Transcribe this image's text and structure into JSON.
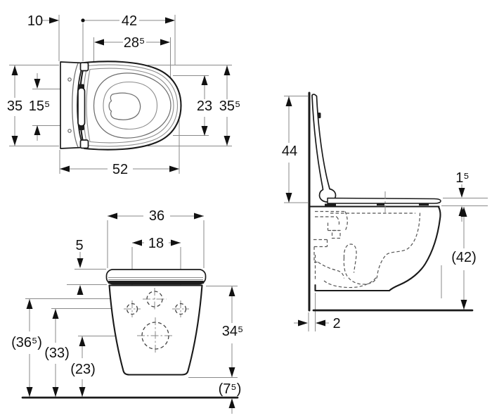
{
  "colors": {
    "background": "#ffffff",
    "drawing_line": "#1a1a1a",
    "dimension_line": "#8a8a8a",
    "hidden_line": "#555555",
    "text": "#111111"
  },
  "views": {
    "top_view": {
      "dimensions": {
        "lid_depth": "10",
        "seat_length": "42",
        "opening_length": "28⁵",
        "lid_width": "35",
        "hinge_span": "15⁵",
        "opening_width": "23",
        "bowl_width": "35⁵",
        "total_depth": "52"
      }
    },
    "front_view": {
      "dimensions": {
        "bowl_top_width": "36",
        "fixing_centers": "18",
        "seat_stack": "5",
        "bowl_height": "34⁵",
        "height_upper_hole": "(36⁵)",
        "height_fixing_holes": "(33)",
        "height_outlet": "(23)",
        "height_under_bowl": "(7⁵)"
      }
    },
    "side_view": {
      "dimensions": {
        "lid_raised_height": "44",
        "seat_thickness": "1⁵",
        "rim_height": "(42)",
        "wall_clearance": "2"
      }
    }
  }
}
